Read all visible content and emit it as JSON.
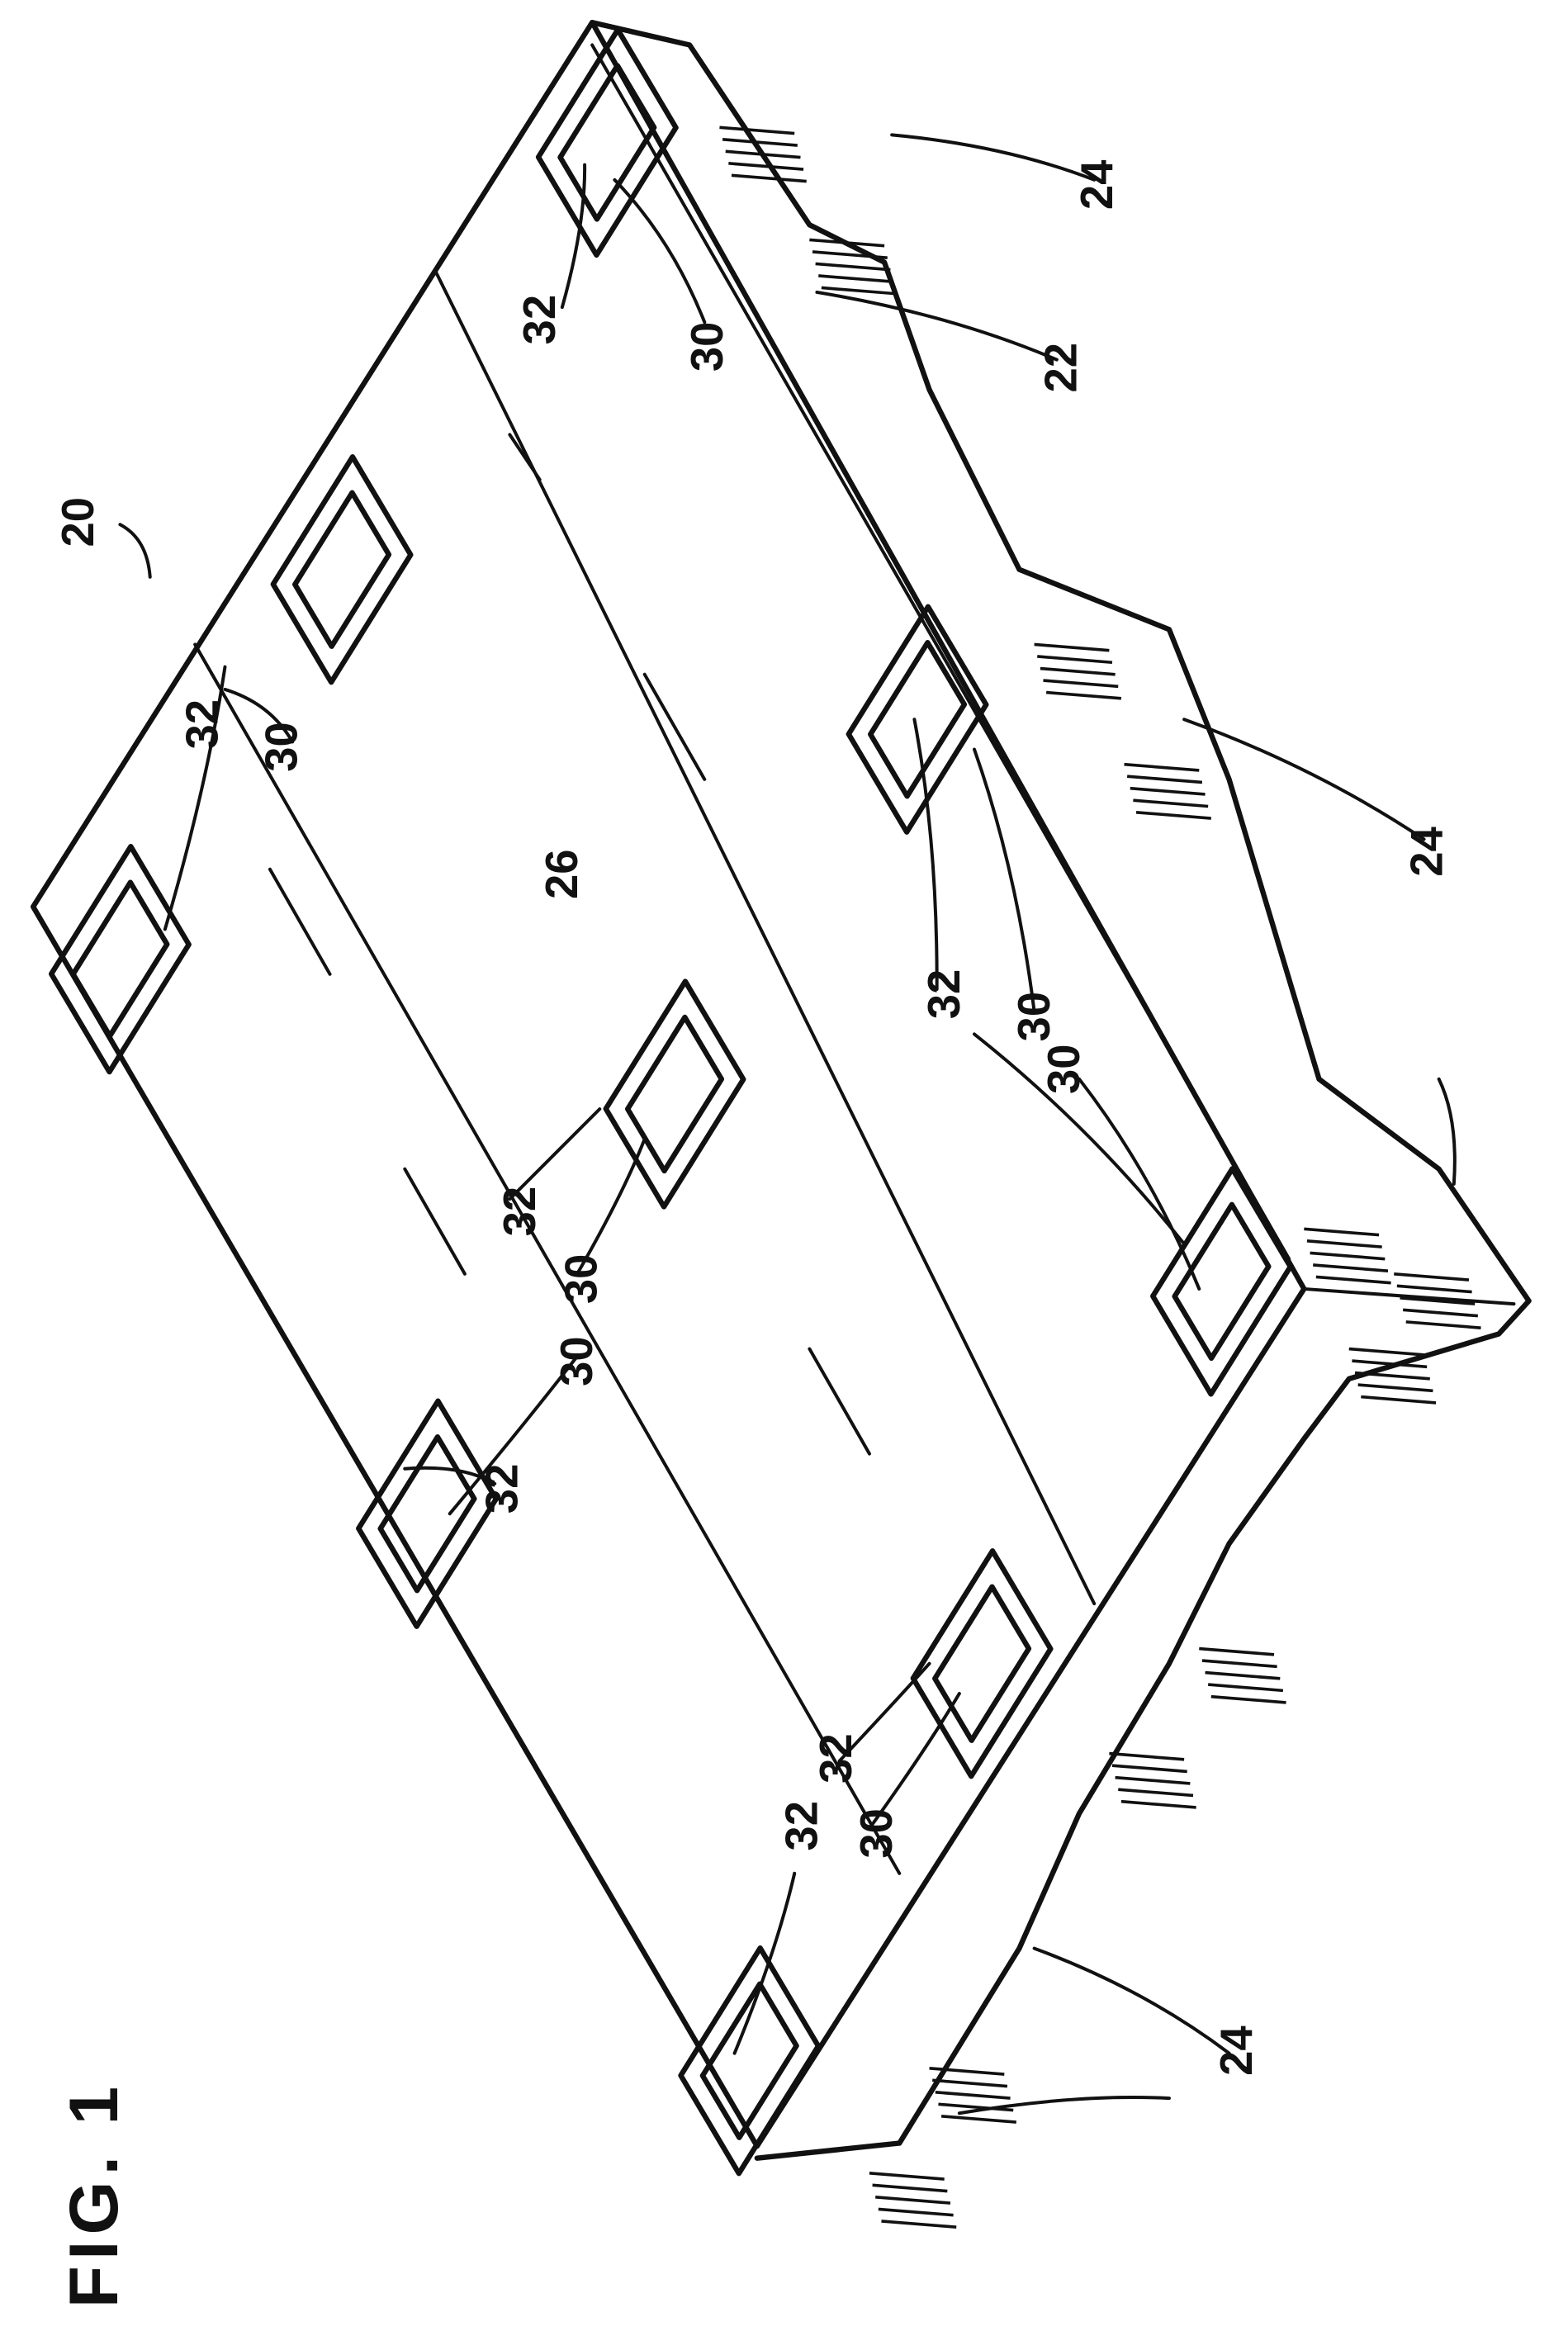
{
  "figure": {
    "title": "FIG. 1",
    "labels": {
      "pallet": "20",
      "side": "22",
      "top_surface": "26",
      "leg": "24",
      "recess": "30",
      "rim": "32"
    }
  }
}
